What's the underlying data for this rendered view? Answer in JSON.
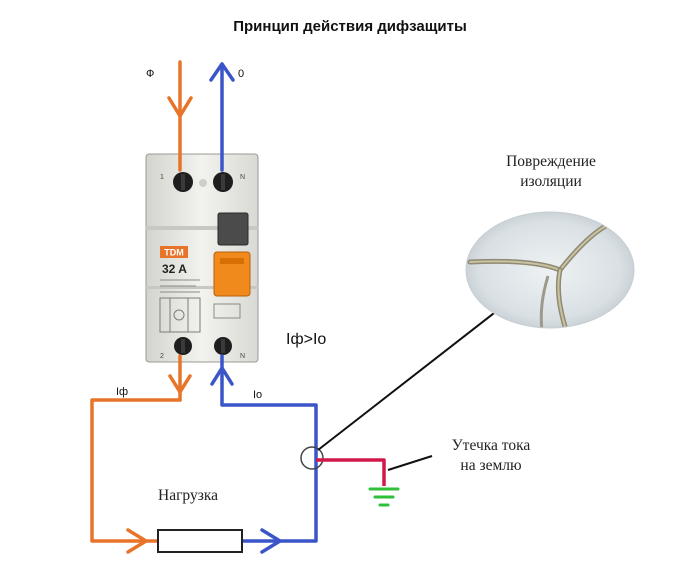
{
  "title": "Принцип действия дифзащиты",
  "labels": {
    "phase_in": "Ф",
    "neutral_in": "0",
    "phase_current": "Iф",
    "neutral_current": "Io",
    "comparison": "Iф>Io",
    "damage": "Повреждение\nизоляции",
    "leakage": "Утечка тока\nна землю",
    "load": "Нагрузка"
  },
  "device": {
    "brand": "TDM",
    "rating": "32 A",
    "terminal_top_left": "1",
    "terminal_top_right": "N",
    "terminal_bottom_left": "2",
    "terminal_bottom_right": "N"
  },
  "colors": {
    "phase": "#e8742a",
    "neutral": "#3a55c8",
    "leak": "#d0184b",
    "ground": "#2fbf3a",
    "device_body": "#e6e6e2"
  }
}
